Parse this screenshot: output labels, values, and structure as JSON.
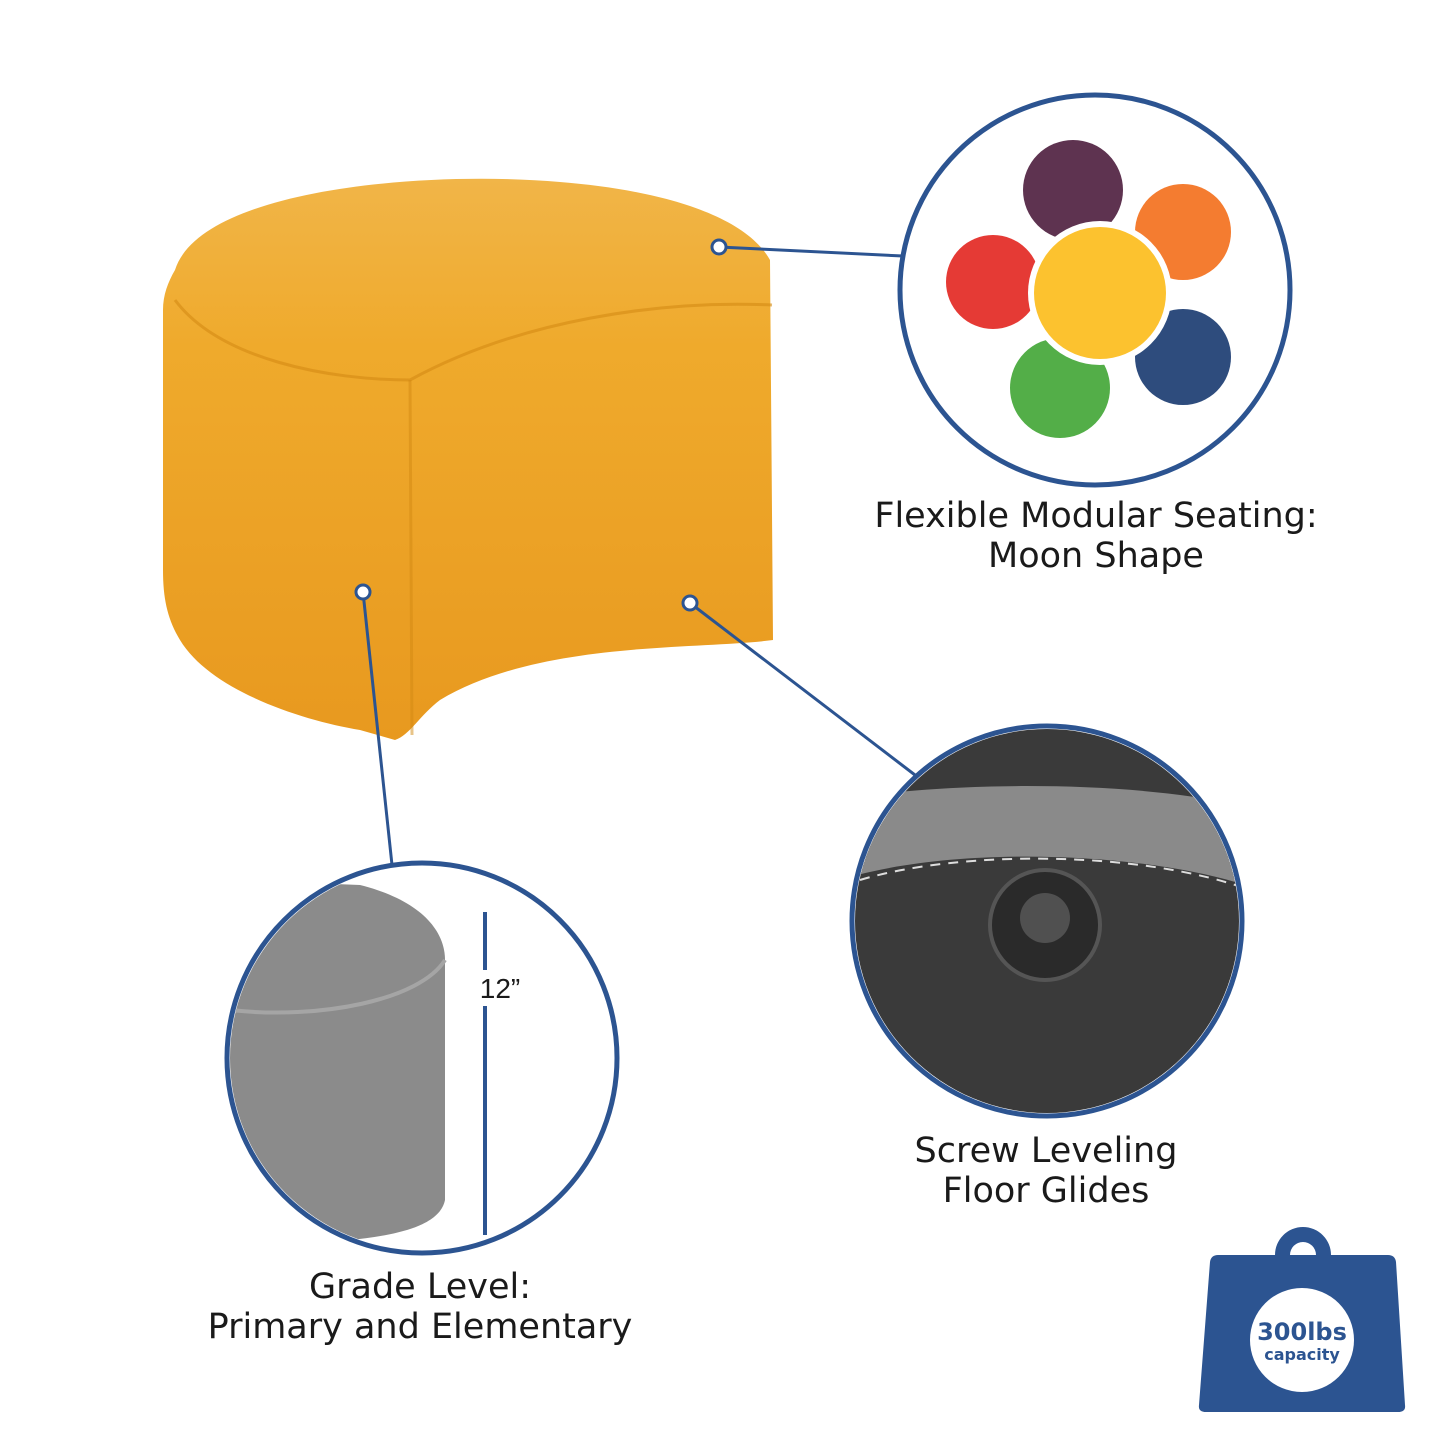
{
  "colors": {
    "accent": "#2c5491",
    "product": "#eda42a"
  },
  "callouts": {
    "modular": {
      "line1": "Flexible Modular Seating:",
      "line2": "Moon Shape"
    },
    "glides": {
      "line1": "Screw Leveling",
      "line2": "Floor Glides"
    },
    "grade": {
      "line1": "Grade Level:",
      "line2": "Primary and Elementary"
    }
  },
  "dimension": {
    "height": "12”"
  },
  "capacity_badge": {
    "value": "300lbs",
    "label": "capacity",
    "icon": "weight-icon"
  }
}
